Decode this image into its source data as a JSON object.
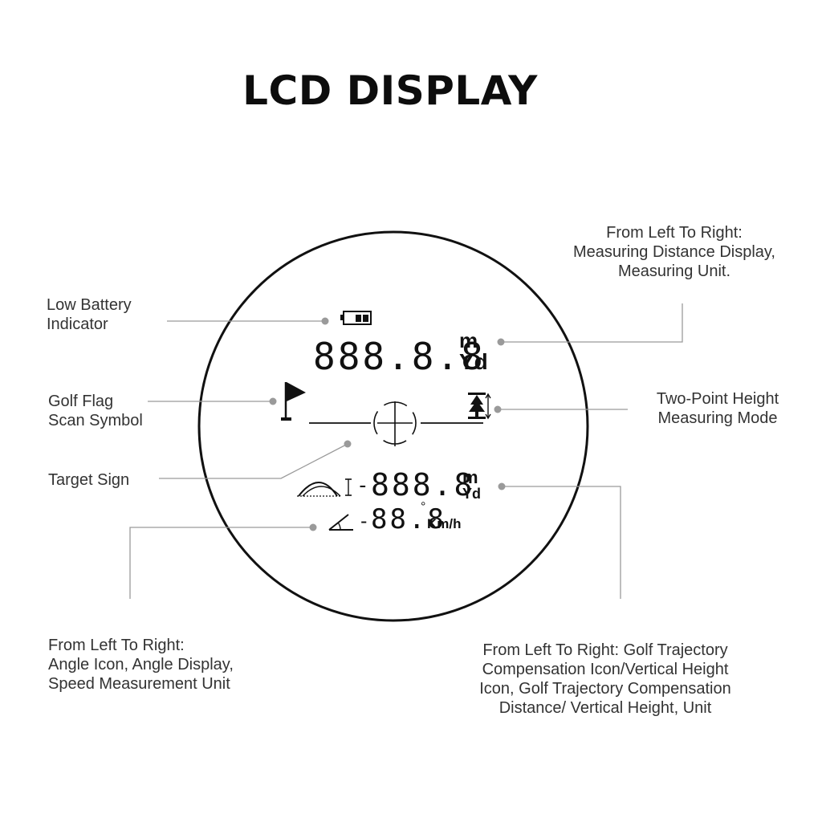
{
  "title": "LCD DISPLAY",
  "callouts": {
    "distance": [
      "From Left To Right:",
      "Measuring Distance Display,",
      "Measuring Unit."
    ],
    "battery": [
      "Low Battery",
      "Indicator"
    ],
    "flag": [
      "Golf Flag",
      "Scan Symbol"
    ],
    "height_mode": [
      "Two-Point Height",
      "Measuring Mode"
    ],
    "target": [
      "Target Sign"
    ],
    "angle": [
      "From Left To Right:",
      "Angle Icon, Angle Display,",
      "Speed Measurement Unit"
    ],
    "trajectory": [
      "From Left To Right: Golf Trajectory",
      "Compensation Icon/Vertical Height",
      "Icon, Golf Trajectory Compensation",
      "Distance/ Vertical Height, Unit"
    ]
  },
  "display": {
    "main_digits": "888.8.8",
    "main_unit_top": "m",
    "main_unit_bottom": "Yd",
    "second_prefix": "-",
    "second_digits": "888.8",
    "second_unit_top": "m",
    "second_unit_bottom": "Yd",
    "third_prefix": "-",
    "third_digits": "88.8",
    "third_degree": "°",
    "speed_unit": "Km/h"
  },
  "icons": [
    "battery-icon",
    "golf-flag-icon",
    "crosshair-icon",
    "two-point-height-icon",
    "trajectory-icon",
    "vertical-height-icon",
    "angle-icon"
  ]
}
